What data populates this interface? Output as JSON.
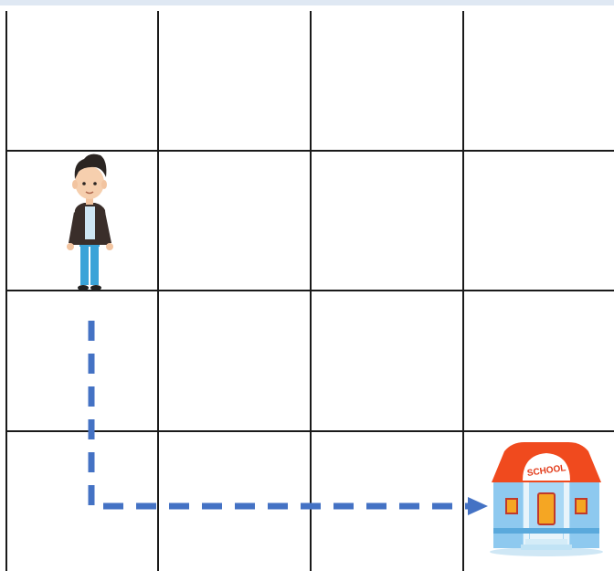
{
  "grid": {
    "rows": 4,
    "cols": 4,
    "line_color": "#1a1a1a",
    "background": "#ffffff",
    "frame_color": "#dfe8f3"
  },
  "person": {
    "icon": "boy-icon",
    "row": 2,
    "col": 1
  },
  "school": {
    "icon": "school-building-icon",
    "row": 4,
    "col": 4,
    "sign_text": "SCHOOL",
    "roof_color": "#f04a1e",
    "wall_color": "#8ec9ef"
  },
  "path": {
    "color": "#4472c4",
    "style": "dashed",
    "direction": "down-then-right",
    "arrowhead": true
  }
}
